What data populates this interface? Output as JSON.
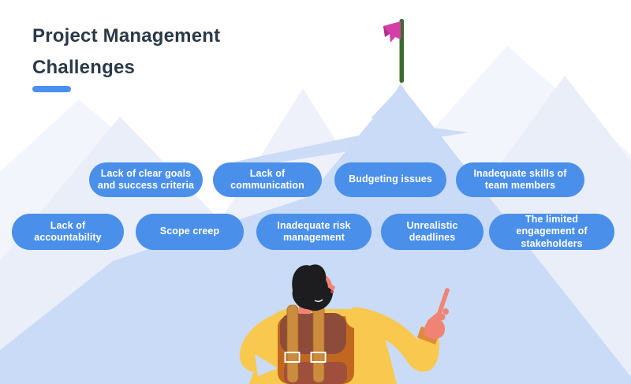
{
  "title": {
    "line1": "Project Management",
    "line2": "Challenges"
  },
  "challenges": {
    "row1": [
      {
        "label": "Lack of clear goals and success criteria"
      },
      {
        "label": "Lack of communication"
      },
      {
        "label": "Budgeting issues"
      },
      {
        "label": "Inadequate skills of team members"
      }
    ],
    "row2": [
      {
        "label": "Lack of accountability"
      },
      {
        "label": "Scope creep"
      },
      {
        "label": "Inadequate risk management"
      },
      {
        "label": "Unrealistic deadlines"
      },
      {
        "label": "The limited engagement of stakeholders"
      }
    ]
  },
  "illustration": {
    "scene": "mountain-path-to-summit",
    "flag_icon": "summit-flag",
    "character": "hiker-with-backpack-pointing-at-summit"
  },
  "colors": {
    "sky": "#ffffff",
    "mountain-far": "#f2f5fb",
    "mountain-far2": "#eef1fa",
    "mountain-mid": "#e9eef8",
    "mountain-flagface": "#dfe8f7",
    "mountain-foreground": "#c9dbf7",
    "trail": "#ccdcf6",
    "pill-blue": "#4a8fe9",
    "pill-text": "#ffffff",
    "accent-bar": "#4a90f0",
    "title-text": "#2b3948",
    "flag-pink": "#d33fa6",
    "flag-pink-dark": "#b02e8c",
    "pole-green": "#3e6b2e",
    "skin": "#ef8475",
    "hair": "#1d1c1e",
    "jacket-yellow": "#f9c94f",
    "cuff-orange": "#e08a3c",
    "backpack-orange": "#c2671f",
    "backpack-flap": "#8d4b3a",
    "backpack-pocket": "#a04f3d",
    "strap-tan": "#cb8c3d"
  }
}
